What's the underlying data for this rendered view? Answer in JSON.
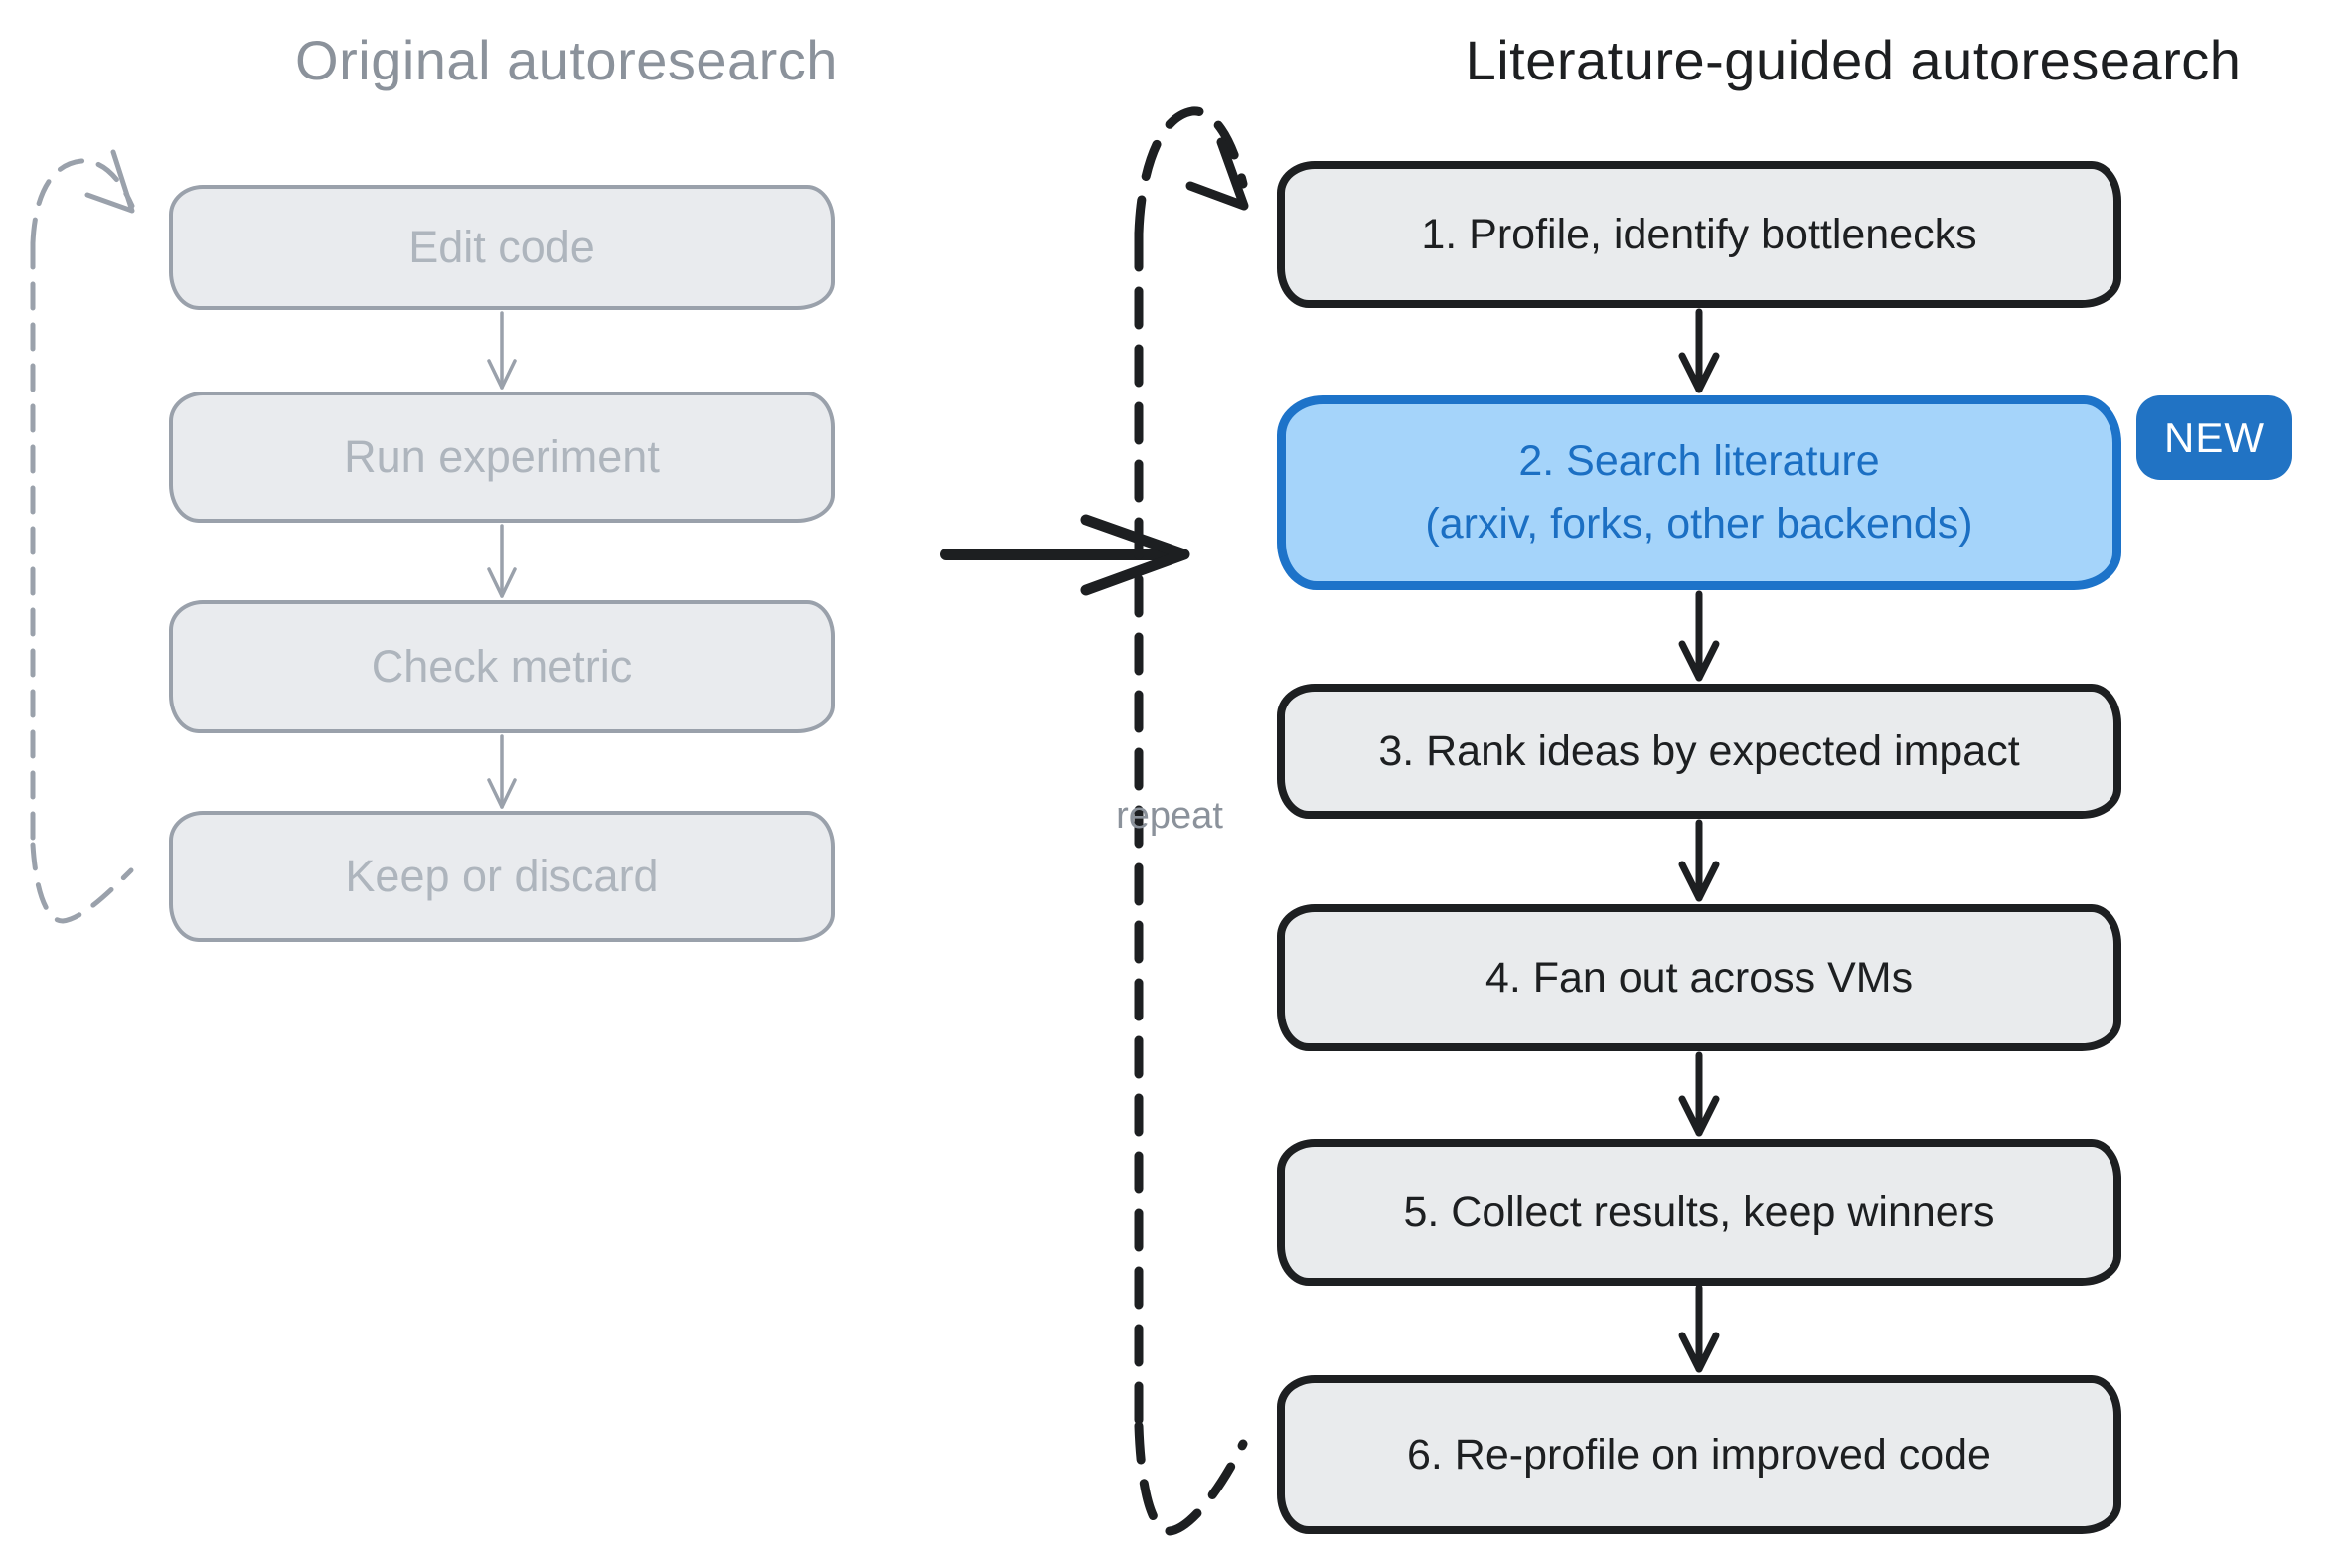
{
  "diagram": {
    "left": {
      "title": "Original autoresearch",
      "steps": [
        "Edit code",
        "Run experiment",
        "Check metric",
        "Keep or discard"
      ]
    },
    "right": {
      "title": "Literature-guided autoresearch",
      "steps": [
        {
          "label": "1. Profile, identify bottlenecks"
        },
        {
          "label": "2. Search literature",
          "sublabel": "(arxiv, forks, other backends)",
          "badge": "NEW",
          "highlighted": true
        },
        {
          "label": "3. Rank ideas by expected impact"
        },
        {
          "label": "4. Fan out across VMs"
        },
        {
          "label": "5. Collect results, keep winners"
        },
        {
          "label": "6. Re-profile on improved code"
        }
      ],
      "loop_label": "repeat"
    },
    "colors": {
      "highlight_fill": "#a5d4fa",
      "highlight_border": "#1d73c9",
      "highlight_text": "#1b6fc3",
      "badge_fill": "#2173c4",
      "badge_text": "#ffffff",
      "box_fill": "#e9ebee",
      "ink": "#1d1f21",
      "muted_border": "#9aa1ab",
      "muted_text": "#aeb5bd",
      "muted_title": "#8b929b"
    }
  }
}
